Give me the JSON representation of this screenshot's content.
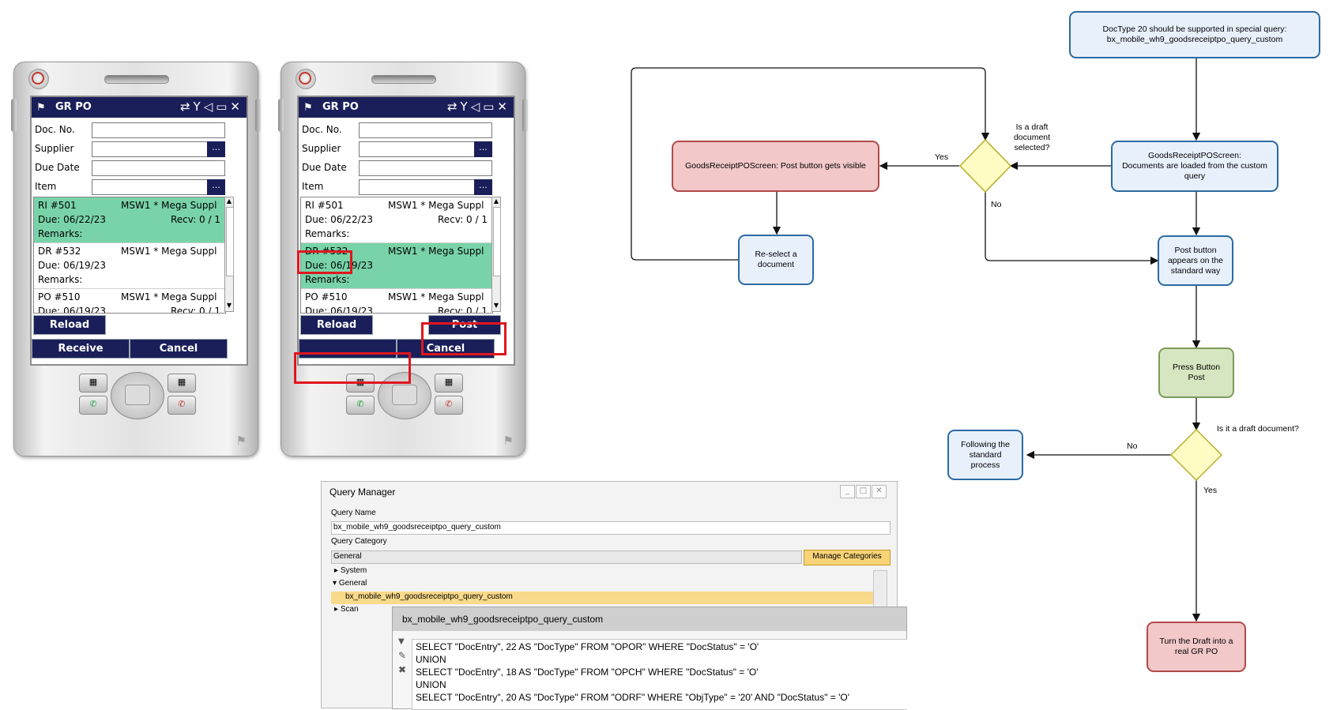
{
  "device": {
    "title": "GR PO",
    "fields": {
      "doc_no": "Doc. No.",
      "supplier": "Supplier",
      "due_date": "Due Date",
      "item": "Item",
      "lookup": "..."
    },
    "rows": [
      {
        "no": "RI #501",
        "supplier": "MSW1 * Mega Suppl",
        "due": "Due: 06/22/23",
        "recv": "Recv: 0 / 1",
        "remarks": "Remarks:"
      },
      {
        "no": "DR #532",
        "supplier": "MSW1 * Mega Suppl",
        "due": "Due: 06/19/23",
        "recv": "",
        "remarks": "Remarks:"
      },
      {
        "no": "PO #510",
        "supplier": "MSW1 * Mega Suppl",
        "due": "Due: 06/19/23",
        "recv": "Recv: 0 / 1",
        "remarks": ""
      }
    ],
    "buttons": {
      "reload": "Reload",
      "receive": "Receive",
      "cancel": "Cancel",
      "post": "Post"
    }
  },
  "flow": {
    "top_note": "DocType 20 should be supported in special query:\nbx_mobile_wh9_goodsreceiptpo_query_custom",
    "loaded": "GoodsReceiptPOScreen:\nDocuments are loaded from the custom\nquery",
    "decision1": "Is a draft\ndocument\nselected?",
    "post_visible": "GoodsReceiptPOScreen: Post button gets visible",
    "reselect": "Re-select a\ndocument",
    "standard_way": "Post button\nappears on the\nstandard way",
    "press_post": "Press Button\nPost",
    "decision2": "Is it a draft document?",
    "following": "Following the\nstandard\nprocess",
    "turn_draft": "Turn the Draft into a\nreal GR PO",
    "yes": "Yes",
    "no": "No"
  },
  "query_manager": {
    "title": "Query Manager",
    "name_label": "Query Name",
    "name_value": "bx_mobile_wh9_goodsreceiptpo_query_custom",
    "category_label": "Query Category",
    "category_value": "General",
    "manage_categories": "Manage Categories",
    "tree": [
      "System",
      "General",
      "bx_mobile_wh9_goodsreceiptpo_query_custom",
      "Scan"
    ],
    "popup_title": "bx_mobile_wh9_goodsreceiptpo_query_custom",
    "sql": [
      "SELECT \"DocEntry\", 22 AS \"DocType\" FROM \"OPOR\" WHERE \"DocStatus\" = 'O'",
      "UNION",
      "SELECT \"DocEntry\", 18 AS \"DocType\" FROM \"OPCH\" WHERE \"DocStatus\" = 'O'",
      "UNION",
      "SELECT \"DocEntry\", 20 AS \"DocType\" FROM \"ODRF\" WHERE \"ObjType\" = '20' AND \"DocStatus\" = 'O'"
    ]
  },
  "colors": {
    "navy": "#1a1f5a",
    "selected_row": "#79d3a9",
    "highlight": "#e0161e"
  }
}
